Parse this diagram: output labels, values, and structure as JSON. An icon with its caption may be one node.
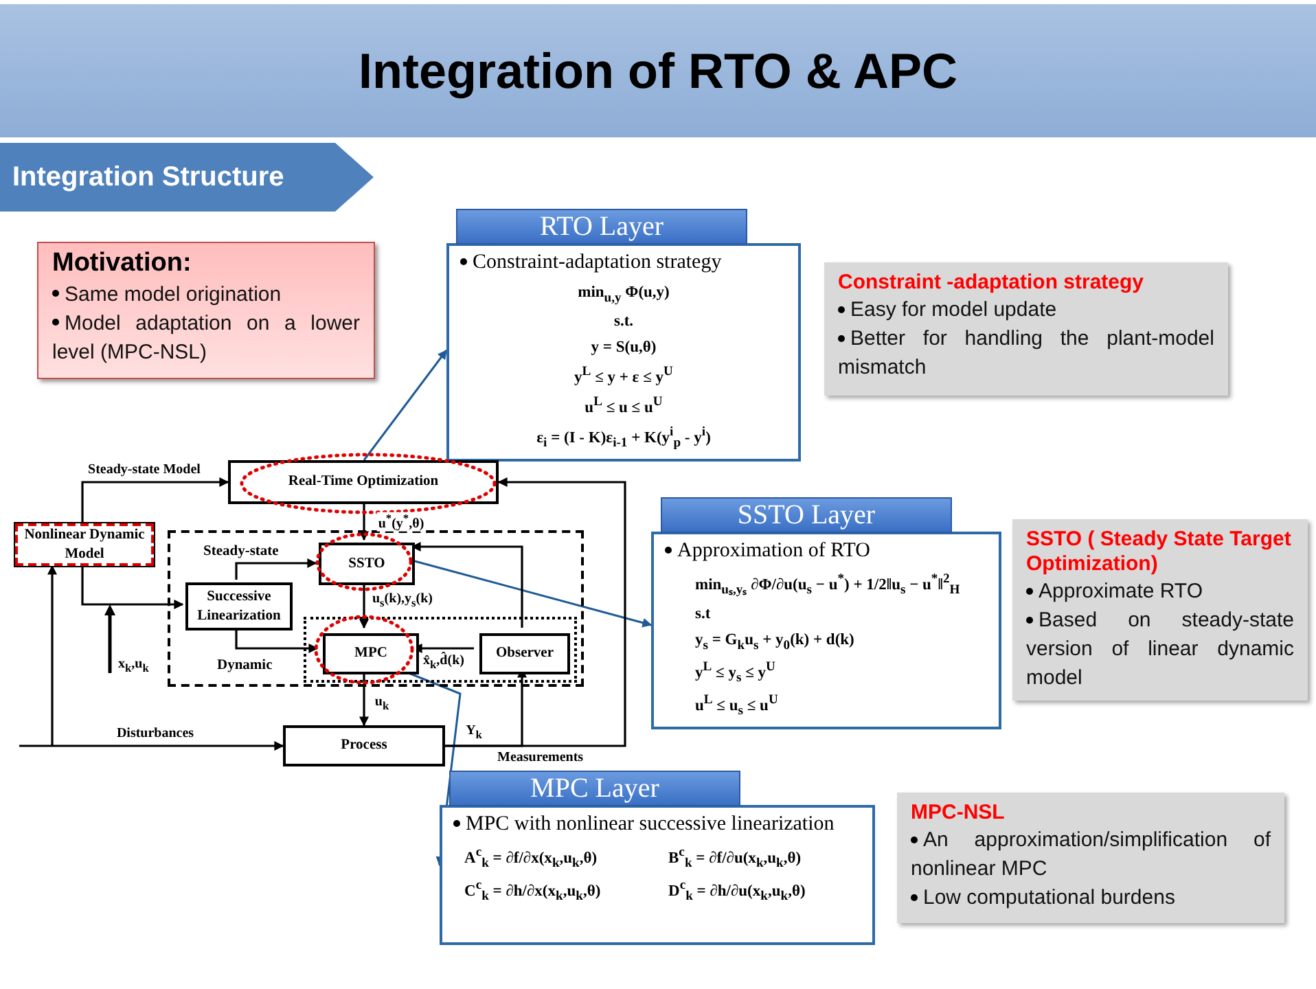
{
  "diagram": {
    "title": "Integration of RTO & APC",
    "nodes": [
      {
        "text": [
          "Motivation:",
          "Same model origination",
          "Model adaptation on a lower level (MPC-NSL)"
        ]
      },
      {
        "text": [
          "RTO Layer",
          "Constraint-adaptation strategy",
          "min$_{u,y}$  Φ(u,y)",
          "s.t.",
          "y = S(u,θ)",
          "y$^{L}$ ≤ y + ε ≤ y$^{U}$",
          "u$^{L}$ ≤ u ≤ u$^{U}$",
          "ε$_{i}$ = (I - K)ε$_{i-1}$ + K(y$^{i}$$_{p}$ - y$^{i}$)"
        ]
      },
      {
        "text": [
          "Constraint -adaptation strategy",
          "Easy for model update",
          "Better for handling the plant-model mismatch"
        ]
      },
      {
        "text": [
          "SSTO Layer",
          "Approximation of RTO",
          "min$_{uₛ,yₛ}$  ∂Φ/∂u(u$_{s}$ − u$^{*}$) + 1/2‖u$_{s}$ − u$^{*}$‖$^{2}$$_{H}$",
          "s.t",
          "y$_{s}$ = G$_{k}$u$_{s}$ + y$_{0}$(k) + d(k)",
          "y$^{L}$ ≤ y$_{s}$ ≤ y$^{U}$",
          "u$^{L}$ ≤ u$_{s}$ ≤ u$^{U}$"
        ]
      },
      {
        "text": [
          "SSTO ( Steady State Target Optimization)",
          "Approximate RTO",
          "Based on steady-state version of linear dynamic model"
        ]
      },
      {
        "text": [
          "MPC Layer",
          "MPC with nonlinear successive linearization",
          "A$^{c}$$_{k}$ = ∂f/∂x(x$_{k}$,u$_{k}$,θ)",
          "B$^{c}$$_{k}$ = ∂f/∂u(x$_{k}$,u$_{k}$,θ)",
          "C$^{c}$$_{k}$ = ∂h/∂x(x$_{k}$,u$_{k}$,θ)",
          "D$^{c}$$_{k}$ = ∂h/∂u(x$_{k}$,u$_{k}$,θ)"
        ]
      },
      {
        "text": [
          "MPC-NSL",
          "An approximation/simplification of nonlinear MPC",
          "Low computational burdens"
        ]
      },
      {
        "text": [
          "Real-Time Optimization"
        ]
      },
      {
        "text": [
          "Nonlinear Dynamic Model"
        ]
      },
      {
        "text": [
          "Steady-state",
          "Dynamic"
        ]
      },
      {
        "text": [
          "SSTO"
        ],
        "in": 9
      },
      {
        "text": [
          "Successive Linearization"
        ],
        "in": 9
      },
      {
        "text": [],
        "shape": "box",
        "in": 9
      },
      {
        "text": [
          "MPC"
        ],
        "in": 12
      },
      {
        "text": [
          "Observer"
        ],
        "in": 12
      },
      {
        "text": [
          "Process"
        ]
      }
    ],
    "edges": [
      {
        "from": 7,
        "to": 1,
        "arrow": "to",
        "color": "#1f5a96"
      },
      {
        "from": 10,
        "to": 3,
        "arrow": "to",
        "color": "#1f5a96"
      },
      {
        "from": 13,
        "to": 5,
        "arrow": "to",
        "color": "#1f5a96"
      },
      {
        "from": 8,
        "to": 7,
        "arrow": "to",
        "label": "Steady-state Model"
      },
      {
        "from": 8,
        "to": 11,
        "arrow": "to"
      },
      {
        "from": 7,
        "to": 10,
        "arrow": "to",
        "label": "u$^{*}$(y$^{*}$,θ)"
      },
      {
        "from": 11,
        "to": 10,
        "arrow": "to"
      },
      {
        "from": 11,
        "to": 13,
        "arrow": "to"
      },
      {
        "from": 10,
        "to": 13,
        "arrow": "to",
        "label": "u$_{s}$(k),y$_{s}$(k)"
      },
      {
        "from": 14,
        "to": 13,
        "arrow": "to",
        "label": "x̂$_{k}$,d̂(k)"
      },
      {
        "from": 14,
        "to": 10,
        "arrow": "to"
      },
      {
        "from": 13,
        "to": 15,
        "arrow": "to",
        "label": "u$_{k}$"
      },
      {
        "from": null,
        "to": 15,
        "arrow": "to",
        "label": "Disturbances"
      },
      {
        "from": null,
        "to": 8,
        "arrow": "to"
      },
      {
        "from": 15,
        "to": 7,
        "arrow": "to",
        "label": "Y$_{k}$"
      },
      {
        "from": 15,
        "to": 14,
        "arrow": "to"
      }
    ],
    "labels": [
      "Integration Structure",
      "x$_{k}$,u$_{k}$",
      "Measurements"
    ]
  }
}
